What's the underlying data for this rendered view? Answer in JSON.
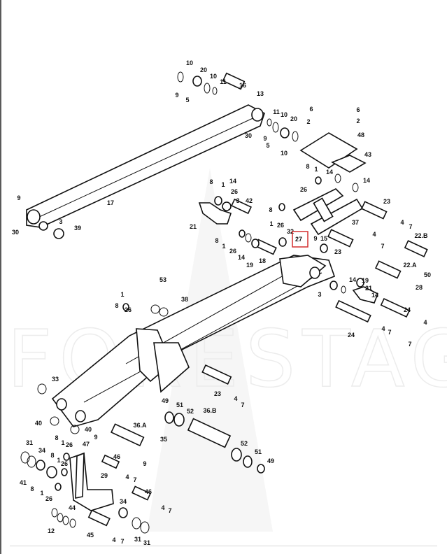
{
  "watermark": "FORESTAGRI",
  "highlighted_callout": "27",
  "highlight_color": "#d32f2f",
  "callouts": [
    "10",
    "20",
    "10",
    "11",
    "9",
    "5",
    "16",
    "13",
    "11",
    "10",
    "20",
    "30",
    "9",
    "5",
    "10",
    "6",
    "6",
    "2",
    "2",
    "48",
    "43",
    "8",
    "1",
    "14",
    "14",
    "26",
    "8",
    "1",
    "14",
    "26",
    "3",
    "42",
    "9",
    "17",
    "3",
    "39",
    "30",
    "21",
    "8",
    "1",
    "26",
    "37",
    "23",
    "4",
    "7",
    "32",
    "27",
    "9",
    "15",
    "23",
    "4",
    "7",
    "22.B",
    "8",
    "1",
    "26",
    "14",
    "19",
    "18",
    "22.A",
    "50",
    "14",
    "19",
    "3",
    "21",
    "14",
    "28",
    "53",
    "38",
    "1",
    "8",
    "26",
    "24",
    "4",
    "24",
    "4",
    "7",
    "7",
    "33",
    "23",
    "4",
    "7",
    "49",
    "51",
    "52",
    "36.B",
    "40",
    "40",
    "36.A",
    "9",
    "35",
    "9",
    "52",
    "51",
    "49",
    "31",
    "34",
    "8",
    "1",
    "26",
    "47",
    "46",
    "8",
    "1",
    "26",
    "41",
    "8",
    "1",
    "26",
    "29",
    "4",
    "7",
    "46",
    "44",
    "34",
    "4",
    "7",
    "12",
    "45",
    "4",
    "7",
    "31",
    "31"
  ]
}
